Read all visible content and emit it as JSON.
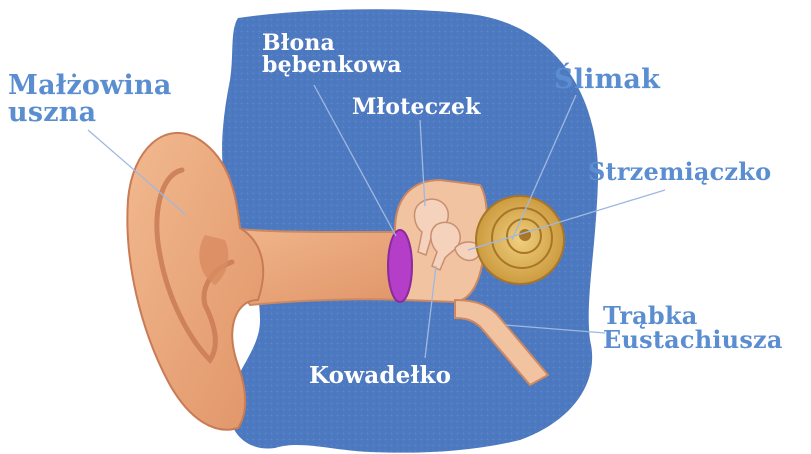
{
  "diagram": {
    "labels": {
      "malzowina_line1": "Małżowina",
      "malzowina_line2": "uszna",
      "blona_line1": "Błona",
      "blona_line2": "bębenkowa",
      "mloteczek": "Młoteczek",
      "slimak": "Ślimak",
      "strzemiaczko": "Strzemiączko",
      "kowadelko": "Kowadełko",
      "trabka_line1": "Trąbka",
      "trabka_line2": "Eustachiusza"
    },
    "colors": {
      "background_blue": "#4d79c0",
      "label_blue": "#5b8ed0",
      "label_white": "#ffffff",
      "skin": "#e9a57b",
      "skin_dark": "#c97b56",
      "eardrum": "#b43ec8",
      "cochlea": "#d7a84a",
      "leader_line": "#9fb8e0"
    }
  }
}
